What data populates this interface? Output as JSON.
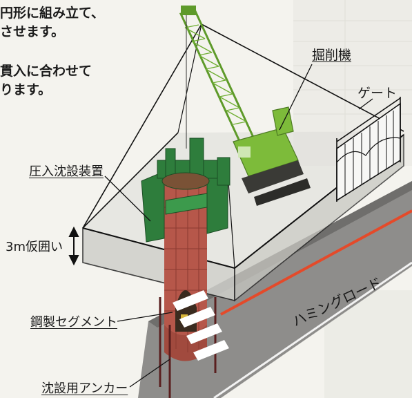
{
  "intro": {
    "line1": "円形に組み立て、",
    "line2": "させます。",
    "line3": "貫入に合わせて",
    "line4": "ります。"
  },
  "labels": {
    "excavator": "掘削機",
    "gate": "ゲート",
    "press_device": "圧入沈設装置",
    "temp_fence": "3m仮囲い",
    "steel_segment": "鋼製セグメント",
    "road": "ハミングロード",
    "anchor": "沈設用アンカー"
  },
  "colors": {
    "crane": "#7dbb3a",
    "press": "#2e7d3c",
    "brick": "#b6574a",
    "road": "#8e8d8b",
    "road_line": "#e44a2a",
    "enclosure": "#e4e4e1",
    "background": "#f4f3ee"
  }
}
